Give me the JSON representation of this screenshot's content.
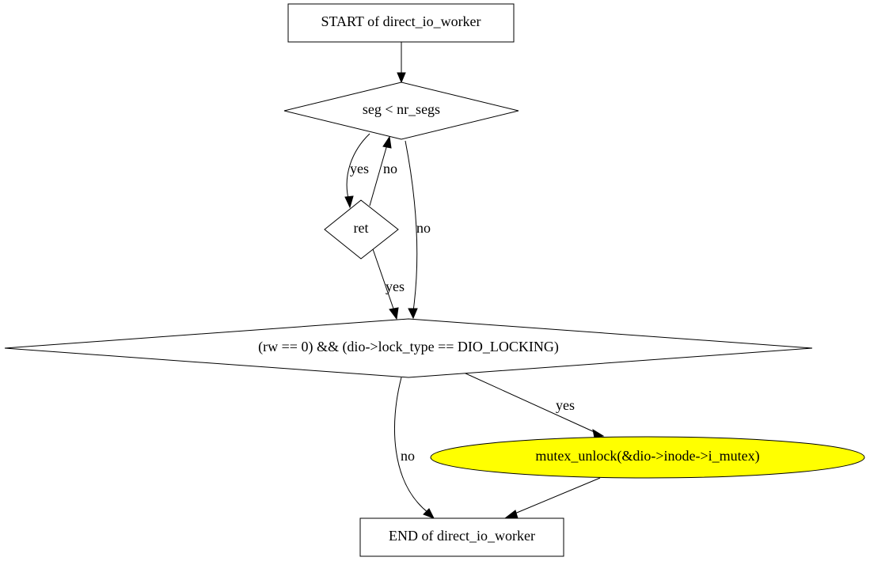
{
  "colors": {
    "background": "#ffffff",
    "stroke": "#000000",
    "highlight_fill": "#ffff00",
    "node_fill": "#ffffff"
  },
  "nodes": {
    "start": {
      "label": "START of direct_io_worker",
      "shape": "box"
    },
    "seg_check": {
      "label": "seg < nr_segs",
      "shape": "diamond"
    },
    "ret_check": {
      "label": "ret",
      "shape": "diamond"
    },
    "lock_check": {
      "label": "(rw == 0) && (dio->lock_type == DIO_LOCKING)",
      "shape": "diamond"
    },
    "unlock": {
      "label": "mutex_unlock(&dio->inode->i_mutex)",
      "shape": "ellipse",
      "highlighted": true
    },
    "end": {
      "label": "END of direct_io_worker",
      "shape": "box"
    }
  },
  "edges": {
    "start_to_seg": {
      "from": "start",
      "to": "seg_check",
      "label": ""
    },
    "seg_to_ret": {
      "from": "seg_check",
      "to": "ret_check",
      "label": "yes"
    },
    "ret_to_seg": {
      "from": "ret_check",
      "to": "seg_check",
      "label": "no"
    },
    "seg_to_lock": {
      "from": "seg_check",
      "to": "lock_check",
      "label": "no"
    },
    "ret_to_lock": {
      "from": "ret_check",
      "to": "lock_check",
      "label": "yes"
    },
    "lock_to_unlock": {
      "from": "lock_check",
      "to": "unlock",
      "label": "yes"
    },
    "lock_to_end": {
      "from": "lock_check",
      "to": "end",
      "label": "no"
    },
    "unlock_to_end": {
      "from": "unlock",
      "to": "end",
      "label": ""
    }
  }
}
